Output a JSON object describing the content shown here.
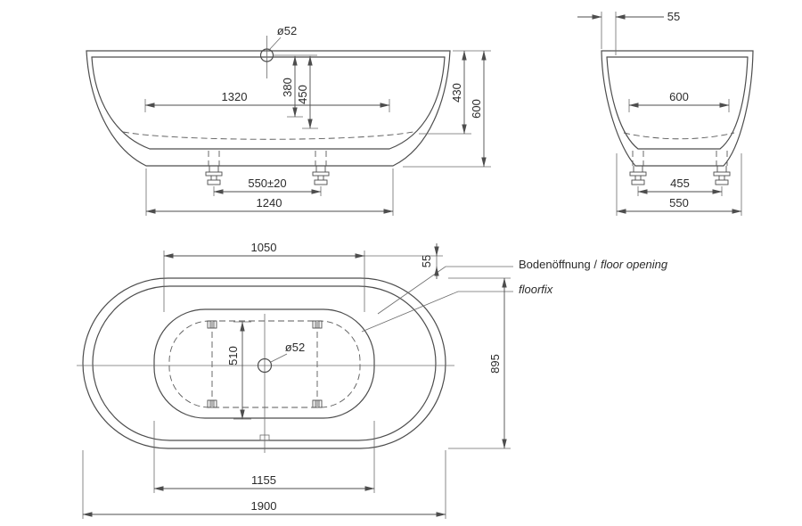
{
  "front_view": {
    "dia": "ø52",
    "dim_inner_width": "1320",
    "dim_depth_380": "380",
    "dim_depth_450": "450",
    "dim_height_430": "430",
    "dim_height_600": "600",
    "dim_feet_spacing": "550±20",
    "dim_base_width": "1240"
  },
  "side_view": {
    "dim_rim_lip": "55",
    "dim_inner_width": "600",
    "dim_feet_spacing": "455",
    "dim_base_width": "550"
  },
  "plan_view": {
    "dim_opening_top": "1050",
    "dim_edge_offset": "55",
    "label_floor_opening_de": "Bodenöffnung /",
    "label_floor_opening_en": "floor opening",
    "label_floorfix": "floorfix",
    "dia": "ø52",
    "dim_opening_depth": "510",
    "dim_overall_depth": "895",
    "dim_opening_width": "1155",
    "dim_overall_length": "1900"
  },
  "colors": {
    "line": "#4d4d4d",
    "background": "#ffffff"
  }
}
